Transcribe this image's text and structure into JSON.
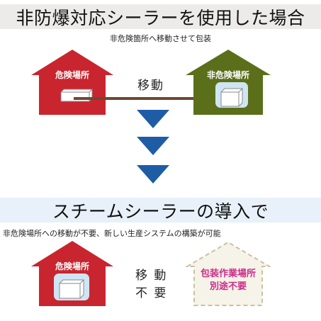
{
  "before": {
    "title": "非防爆対応シーラーを使用した場合",
    "subtitle": "非危険箇所へ移動させて包装",
    "hazard_house_label": "危険場所",
    "safe_house_label": "非危険場所",
    "move_label": "移動"
  },
  "after": {
    "title": "スチームシーラーの導入で",
    "subtitle": "非危険場所への移動が不要、新しい生産システムの構築が可能",
    "hazard_house_label": "危険場所",
    "move_label_line1": "移 動",
    "move_label_line2": "不 要",
    "packaging_house_line1": "包装作業場所",
    "packaging_house_line2": "別途不要"
  },
  "colors": {
    "hazard_red": "#c9252f",
    "safe_green": "#5b6f1b",
    "arrow_blue": "#1e5ca6",
    "arrow_brown": "#6e4830",
    "dashed_house_fill": "#f6f3e8",
    "dashed_house_stroke": "#c9c0a4",
    "magenta_text": "#cc2d8a"
  }
}
